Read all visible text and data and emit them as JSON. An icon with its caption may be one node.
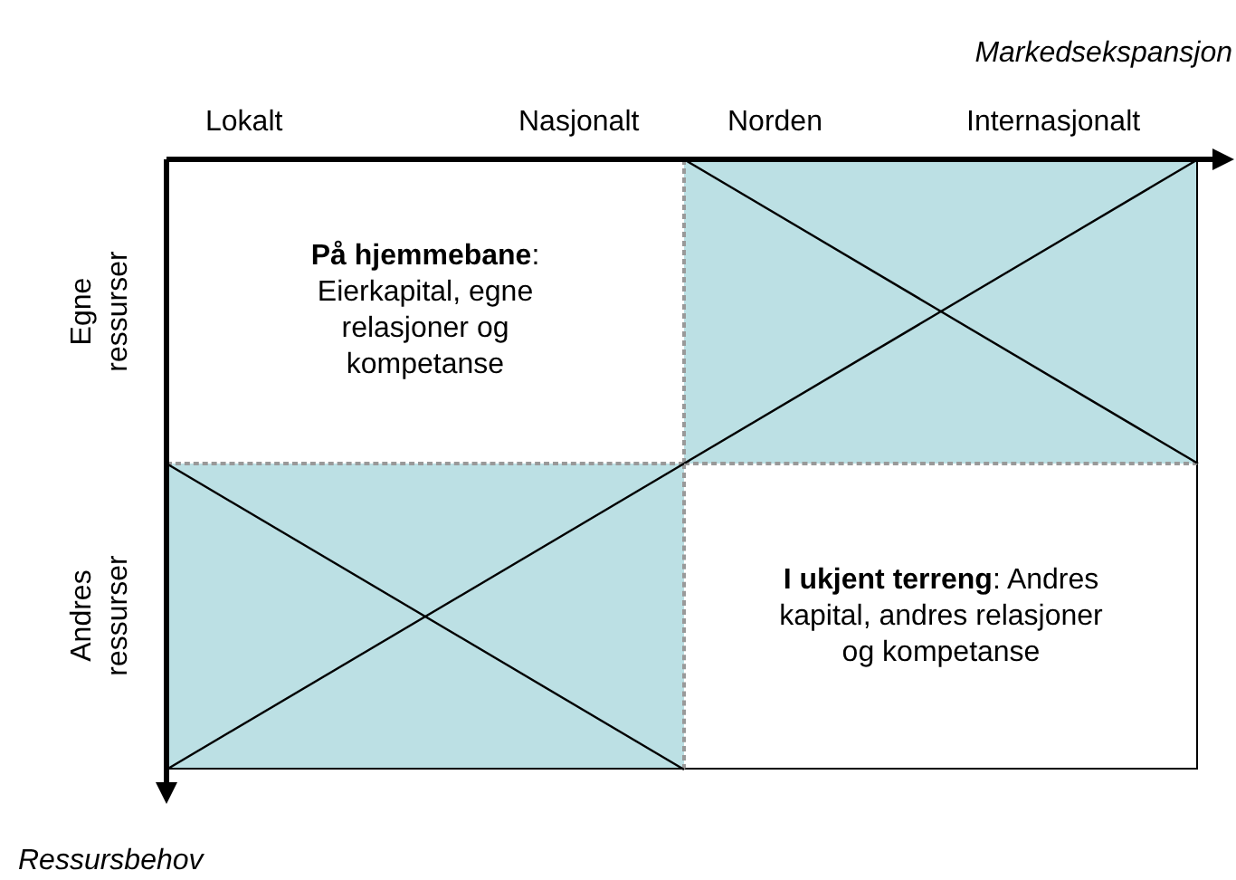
{
  "diagram": {
    "nodes": [
      {
        "text": [
          "**På hjemmebane**: Eierkapital, egne relasjoner og kompetanse"
        ]
      },
      {
        "text": [],
        "shape": "box"
      },
      {
        "text": [],
        "shape": "box"
      },
      {
        "text": [
          "**I ukjent terreng**: Andres kapital, andres relasjoner og kompetanse"
        ]
      }
    ],
    "edges": [],
    "labels": [
      "Markedsekspansjon",
      "Lokalt",
      "Nasjonalt",
      "Norden",
      "Internasjonalt",
      "Egne ressurser",
      "Andres ressurser",
      "Ressursbehov"
    ]
  }
}
